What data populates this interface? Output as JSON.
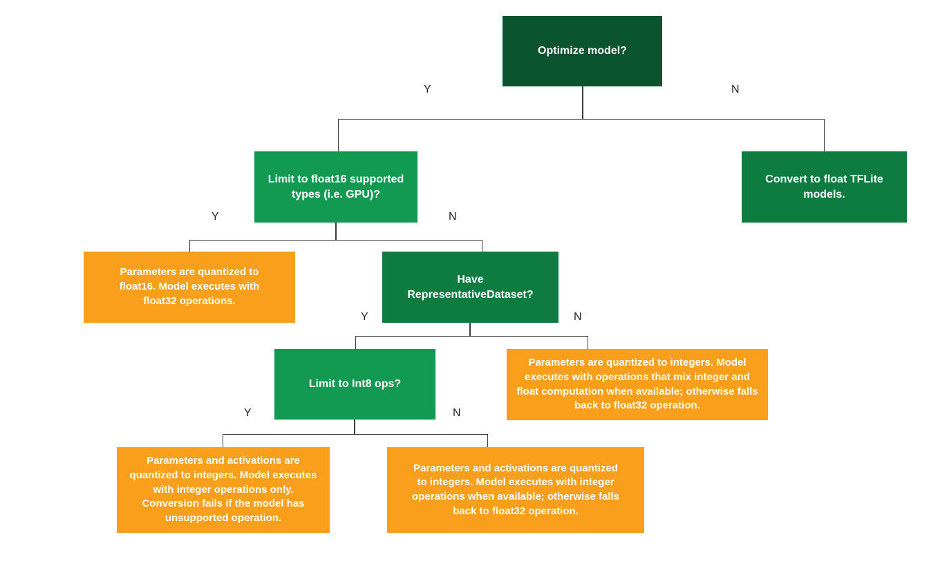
{
  "flowchart": {
    "nodes": [
      {
        "id": "optimize_model",
        "type": "decision",
        "label": "Optimize model?"
      },
      {
        "id": "limit_float16",
        "type": "decision",
        "label": "Limit to float16 supported types (i.e. GPU)?"
      },
      {
        "id": "convert_float",
        "type": "result",
        "label": "Convert to float TFLite models."
      },
      {
        "id": "quant_float16",
        "type": "outcome",
        "label": "Parameters are quantized to float16. Model executes with float32 operations."
      },
      {
        "id": "have_repdataset",
        "type": "decision",
        "label": "Have RepresentativeDataset?"
      },
      {
        "id": "limit_int8",
        "type": "decision",
        "label": "Limit to Int8 ops?"
      },
      {
        "id": "quant_int_mixed",
        "type": "outcome",
        "label": "Parameters are quantized to integers. Model executes with operations that mix integer and float computation when available; otherwise falls back to float32 operation."
      },
      {
        "id": "quant_int_only",
        "type": "outcome",
        "label": "Parameters and activations are quantized to integers. Model executes with integer operations only. Conversion fails if the model has unsupported operation."
      },
      {
        "id": "quant_int_fallback",
        "type": "outcome",
        "label": "Parameters and activations are quantized to integers. Model executes with integer operations when available; otherwise falls back to float32 operation."
      }
    ],
    "edges": [
      {
        "from": "optimize_model",
        "to": "limit_float16",
        "label": "Y"
      },
      {
        "from": "optimize_model",
        "to": "convert_float",
        "label": "N"
      },
      {
        "from": "limit_float16",
        "to": "quant_float16",
        "label": "Y"
      },
      {
        "from": "limit_float16",
        "to": "have_repdataset",
        "label": "N"
      },
      {
        "from": "have_repdataset",
        "to": "limit_int8",
        "label": "Y"
      },
      {
        "from": "have_repdataset",
        "to": "quant_int_mixed",
        "label": "N"
      },
      {
        "from": "limit_int8",
        "to": "quant_int_only",
        "label": "Y"
      },
      {
        "from": "limit_int8",
        "to": "quant_int_fallback",
        "label": "N"
      }
    ],
    "colors": {
      "decision_dark": "#0A5430",
      "decision_mid": "#0E7B40",
      "decision_bright": "#139A52",
      "outcome_orange": "#F99F1B",
      "line": "#3C3C3C",
      "label_text": "#212121",
      "node_text": "#FFFFFF"
    }
  }
}
